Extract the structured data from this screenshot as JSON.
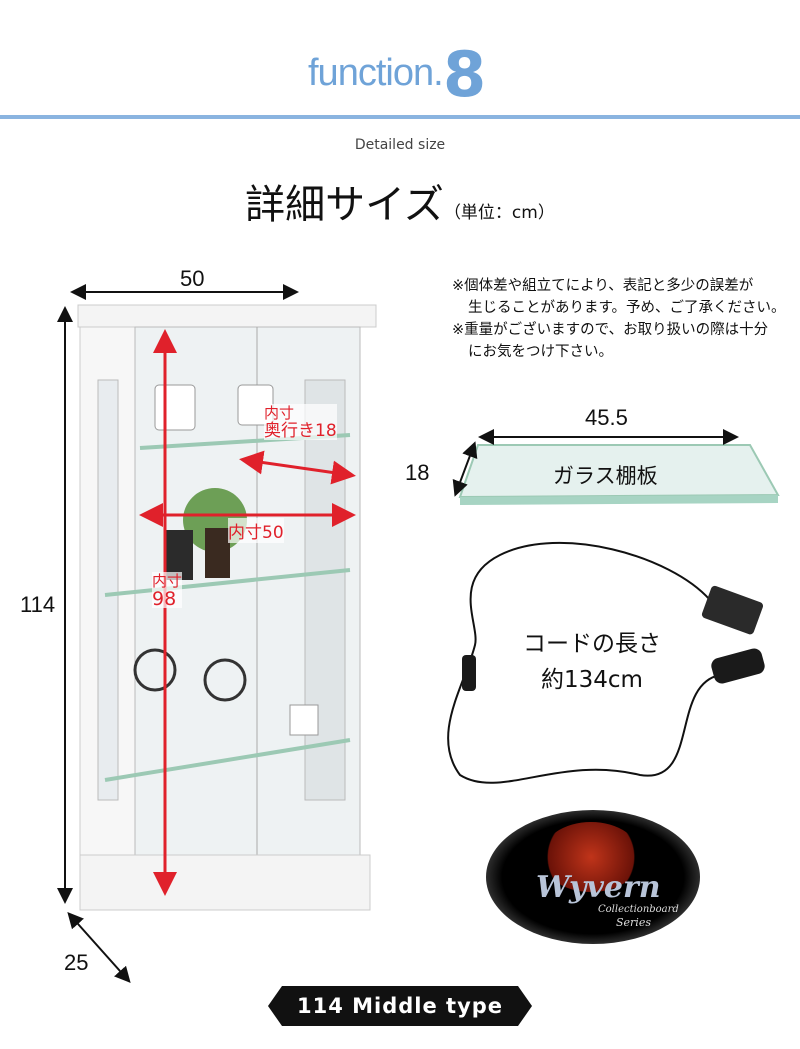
{
  "header": {
    "function_word": "function.",
    "function_number": "8",
    "subtitle": "Detailed size",
    "title": "詳細サイズ",
    "unit": "（単位：cm）"
  },
  "notes": [
    "※個体差や組立てにより、表記と多少の誤差が",
    "生じることがあります。予め、ご了承ください。",
    "※重量がございますので、お取り扱いの際は十分",
    "にお気をつけ下さい。"
  ],
  "cabinet": {
    "width": "50",
    "height": "114",
    "depth": "25",
    "inner_depth_label": "内寸",
    "inner_depth_value": "奥行き18",
    "inner_width_label": "内寸50",
    "inner_height_label": "内寸",
    "inner_height_value": "98"
  },
  "glass_shelf": {
    "width": "45.5",
    "depth": "18",
    "label": "ガラス棚板"
  },
  "cord": {
    "label": "コードの長さ",
    "length": "約134cm"
  },
  "logo": {
    "name": "Wyvern",
    "line2": "Collectionboard",
    "line3": "Series"
  },
  "footer": {
    "model": "114 Middle type"
  },
  "colors": {
    "accent": "#6fa3d8",
    "measure_red": "#e0212b"
  }
}
